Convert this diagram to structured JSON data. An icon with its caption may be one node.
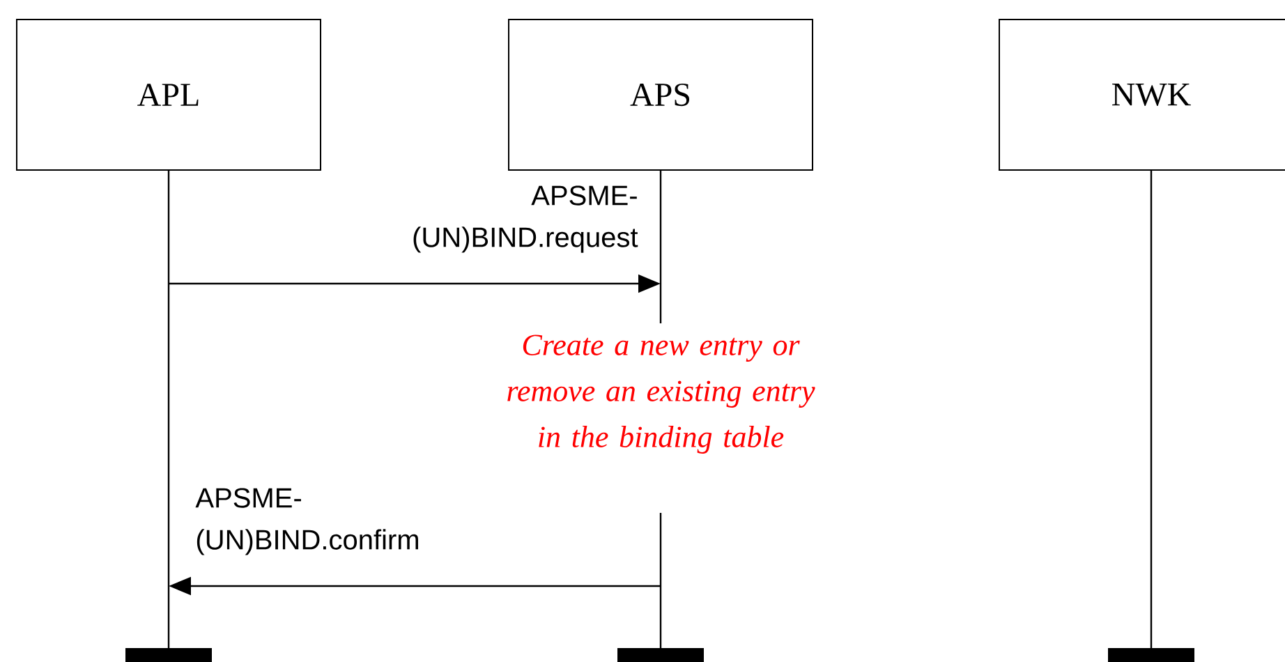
{
  "diagram": {
    "nodes": [
      {
        "text": [
          "APL"
        ]
      },
      {
        "text": [
          "APS"
        ]
      },
      {
        "text": [
          "NWK"
        ]
      }
    ],
    "edges": [
      {
        "from": 0,
        "to": 1,
        "arrow": "to",
        "label": "APSME- (UN)BIND.request"
      },
      {
        "from": 1,
        "to": 0,
        "arrow": "to",
        "label": "APSME- (UN)BIND.confirm"
      }
    ],
    "labels": [
      "Create a new entry or remove an existing entry in the binding table"
    ]
  }
}
